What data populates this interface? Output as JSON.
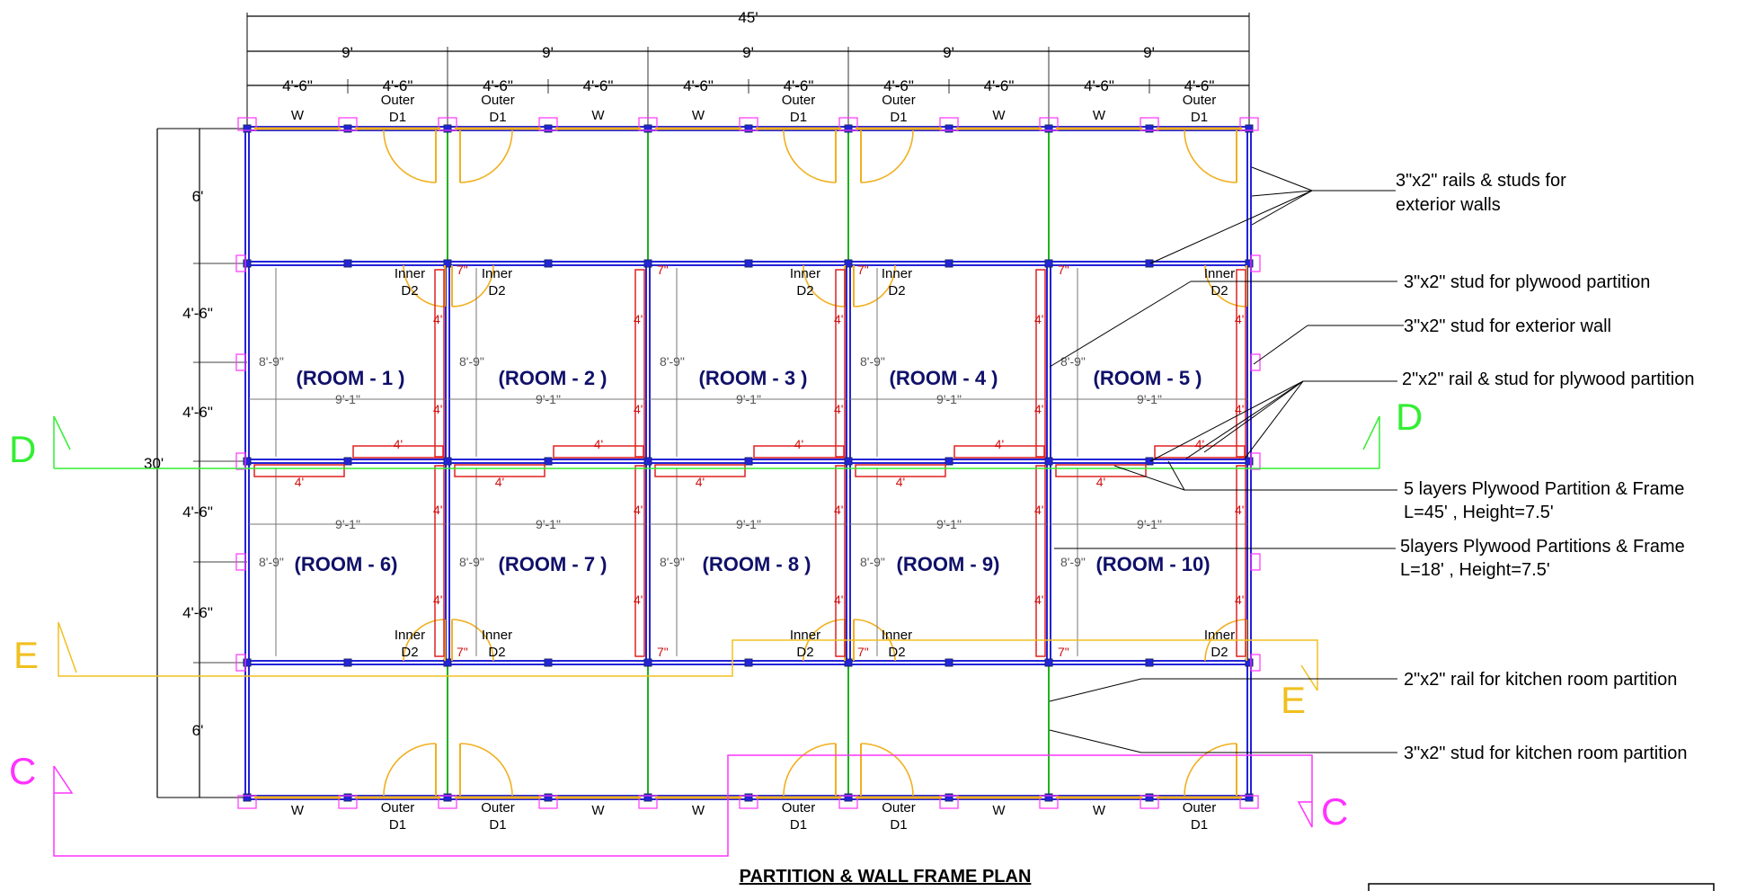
{
  "overall_length": "45'",
  "overall_depth": "30'",
  "bay_width": "9'",
  "half_bay": "4'-6\"",
  "side_dims": [
    "6'",
    "4'-6\"",
    "4'-6\"",
    "4'-6\"",
    "4'-6\"",
    "6'"
  ],
  "top_opening_labels": [
    [
      "W"
    ],
    [
      "Outer",
      "D1"
    ],
    [
      "Outer",
      "D1"
    ],
    [
      "W"
    ],
    [
      "W"
    ],
    [
      "Outer",
      "D1"
    ],
    [
      "Outer",
      "D1"
    ],
    [
      "W"
    ],
    [
      "W"
    ],
    [
      "Outer",
      "D1"
    ]
  ],
  "bottom_opening_labels": [
    [
      "W"
    ],
    [
      "Outer",
      "D1"
    ],
    [
      "Outer",
      "D1"
    ],
    [
      "W"
    ],
    [
      "W"
    ],
    [
      "Outer",
      "D1"
    ],
    [
      "Outer",
      "D1"
    ],
    [
      "W"
    ],
    [
      "W"
    ],
    [
      "Outer",
      "D1"
    ]
  ],
  "inner_door": [
    "Inner",
    "D2"
  ],
  "rooms_top": [
    "(ROOM - 1 )",
    "(ROOM - 2 )",
    "(ROOM - 3 )",
    "(ROOM - 4 )",
    "(ROOM - 5 )"
  ],
  "rooms_bottom": [
    "(ROOM - 6)",
    "(ROOM - 7 )",
    "(ROOM - 8 )",
    "(ROOM - 9)",
    "(ROOM - 10)"
  ],
  "room_width_dim": "9'-1\"",
  "room_depth_dim": "8'-9\"",
  "partition_dim": "4'",
  "small_dim": "7\"",
  "section_marks": {
    "d": "D",
    "e": "E",
    "c": "C"
  },
  "notes": {
    "n1a": "3\"x2\" rails & studs for",
    "n1b": "exterior walls",
    "n2": "3\"x2\" stud for plywood partition",
    "n3": "3\"x2\" stud for exterior wall",
    "n4": "2\"x2\" rail & stud for plywood partition",
    "n5a": "5 layers Plywood Partition & Frame",
    "n5b": "L=45' , Height=7.5'",
    "n6a": "5layers Plywood Partitions & Frame",
    "n6b": "L=18'  ,  Height=7.5'",
    "n7": "2\"x2\" rail for kitchen room partition",
    "n8": "3\"x2\" stud for kitchen room partition"
  },
  "title": "PARTITION & WALL FRAME PLAN",
  "colors": {
    "wall": "#2323d8",
    "stud": "#1a2a6a",
    "door": "#f0b020",
    "partition": "#e02020",
    "kitchen": "#20b020",
    "section_d": "#33ee33",
    "section_e": "#f0c020",
    "section_c": "#ff33ff",
    "dim_grey": "#777777"
  }
}
